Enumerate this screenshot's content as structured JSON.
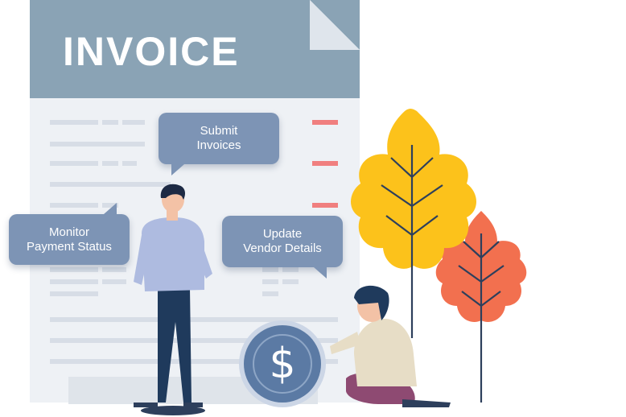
{
  "document": {
    "title": "INVOICE"
  },
  "bubbles": {
    "submit": {
      "line1": "Submit",
      "line2": "Invoices"
    },
    "monitor": {
      "line1": "Monitor",
      "line2": "Payment Status"
    },
    "update": {
      "line1": "Update",
      "line2": "Vendor Details"
    }
  },
  "coin": {
    "symbol": "$"
  },
  "colors": {
    "header": "#8aa3b5",
    "paper": "#eef1f5",
    "bubble": "#7d94b5",
    "accent_red": "#f07f7f",
    "leaf_yellow": "#fcc21b",
    "leaf_orange": "#f2704f",
    "coin": "#5b7aa4"
  }
}
